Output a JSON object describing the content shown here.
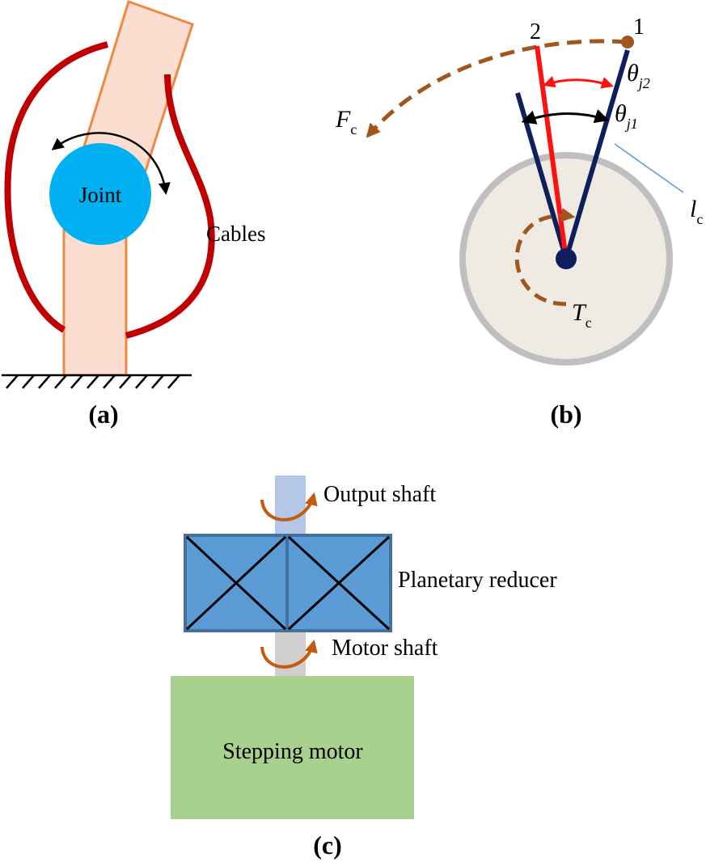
{
  "panel_a": {
    "label": "(a)",
    "joint_label": "Joint",
    "cables_label": "Cables"
  },
  "panel_b": {
    "label": "(b)",
    "position_1": "1",
    "position_2": "2",
    "force_symbol": "F",
    "force_subscript": "c",
    "theta_symbol": "θ",
    "theta_j2_subscript": "j2",
    "theta_j1_subscript": "j1",
    "length_symbol": "l",
    "length_subscript": "c",
    "torque_symbol": "T",
    "torque_subscript": "c"
  },
  "panel_c": {
    "label": "(c)",
    "output_shaft": "Output shaft",
    "planetary_reducer": "Planetary reducer",
    "motor_shaft": "Motor shaft",
    "stepping_motor": "Stepping motor"
  },
  "colors": {
    "cable": "#c00000",
    "link_fill": "#fbded0",
    "link_stroke": "#ee8844",
    "joint": "#00b0f0",
    "navy": "#0d1f5c",
    "red_link": "#ff1111",
    "brown": "#a0561c",
    "disk": "#efebe2",
    "disk_rim": "#bfbfbf",
    "reducer": "#5b9bd5",
    "motor": "#a9d18e"
  }
}
